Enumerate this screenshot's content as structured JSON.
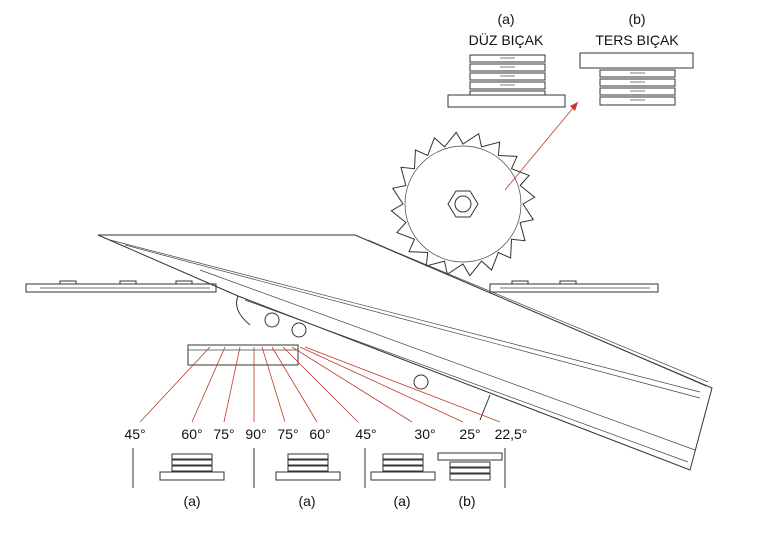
{
  "top_labels": {
    "a_letter": "(a)",
    "a_title": "DÜZ BIÇAK",
    "b_letter": "(b)",
    "b_title": "TERS BIÇAK"
  },
  "angles": [
    "45°",
    "60°",
    "75°",
    "90°",
    "75°",
    "60°",
    "45°",
    "30°",
    "25°",
    "22,5°"
  ],
  "bottom_letters": [
    "(a)",
    "(a)",
    "(a)",
    "(b)"
  ],
  "colors": {
    "line": "#333333",
    "angle_lines": "#c0392b",
    "text": "#111111"
  }
}
